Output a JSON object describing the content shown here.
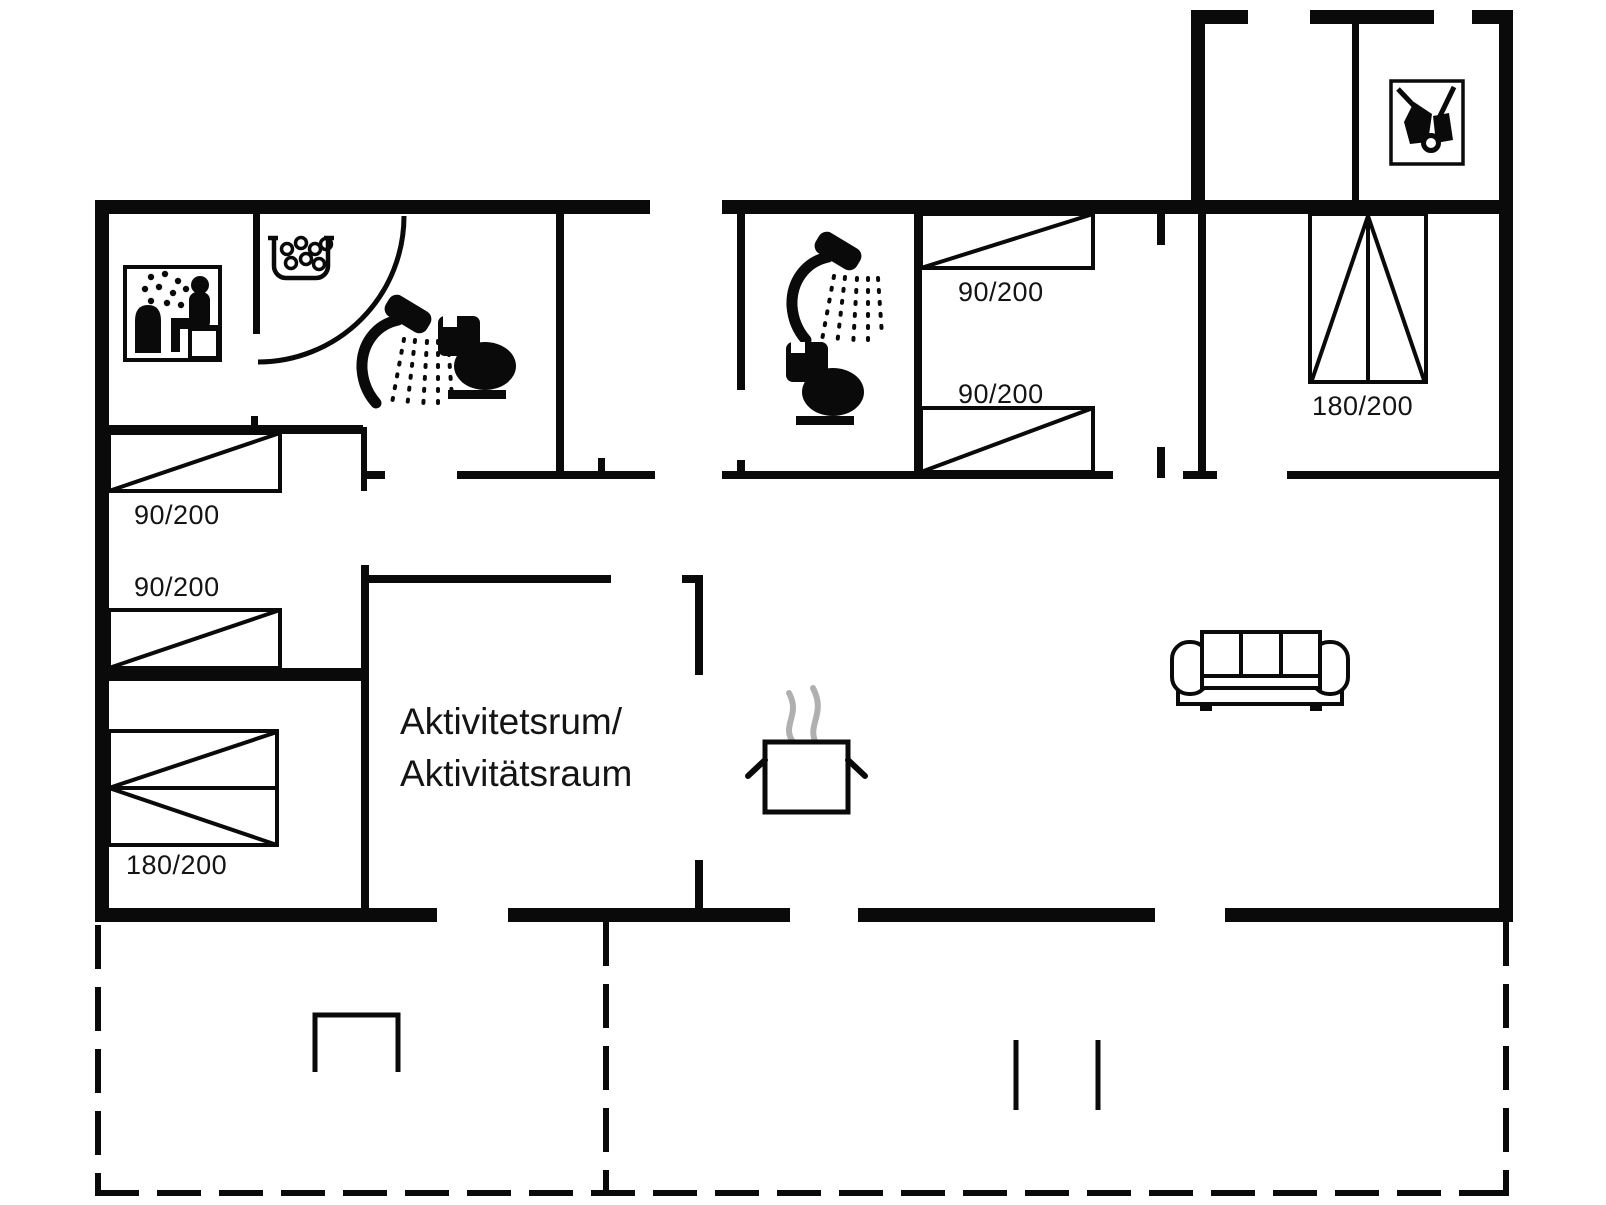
{
  "document": {
    "type": "floor-plan"
  },
  "colors": {
    "wall": "#0a0a0a",
    "background": "#ffffff",
    "steam": "#b0b0b0",
    "text": "#141414"
  },
  "rooms": {
    "activity_room": {
      "line1": "Aktivitetsrum/",
      "line2": "Aktivitätsraum"
    }
  },
  "beds": [
    {
      "location": "left-bedroom-top",
      "size": "90/200"
    },
    {
      "location": "left-bedroom-middle",
      "size": "90/200"
    },
    {
      "location": "left-bedroom-double",
      "size": "180/200"
    },
    {
      "location": "middle-bedroom-top",
      "size": "90/200"
    },
    {
      "location": "middle-bedroom-bottom",
      "size": "90/200"
    },
    {
      "location": "right-bedroom-double",
      "size": "180/200"
    }
  ],
  "icons": [
    "sauna-icon",
    "whirlpool-icon",
    "shower-icon",
    "toilet-icon",
    "wood-stove-tools-icon",
    "cooking-pot-icon",
    "sofa-icon",
    "door-swing-arc",
    "grill-icon"
  ]
}
